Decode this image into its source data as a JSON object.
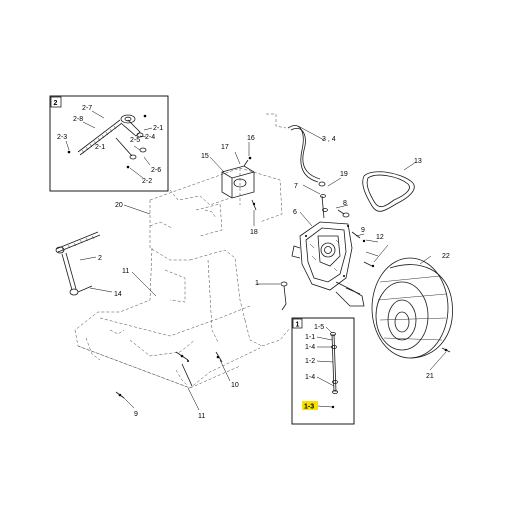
{
  "inset_2": {
    "box_number": "2",
    "labels": [
      "2-7",
      "2-8",
      "2-3",
      "2-1",
      "2-4",
      "2-1",
      "2-5",
      "2-6",
      "2-2"
    ]
  },
  "inset_1": {
    "box_number": "1",
    "labels": [
      "1-5",
      "1-1",
      "1-4",
      "1-2",
      "1-4",
      "1-3"
    ],
    "highlight_label": "1-3",
    "highlight_color": "#f5e000"
  },
  "callouts": [
    "16",
    "17",
    "15",
    "3 , 4",
    "13",
    "7",
    "19",
    "18",
    "20",
    "6",
    "8",
    "9",
    "12",
    "2",
    "22",
    "11",
    "14",
    "1",
    "10",
    "21",
    "9",
    "11"
  ]
}
